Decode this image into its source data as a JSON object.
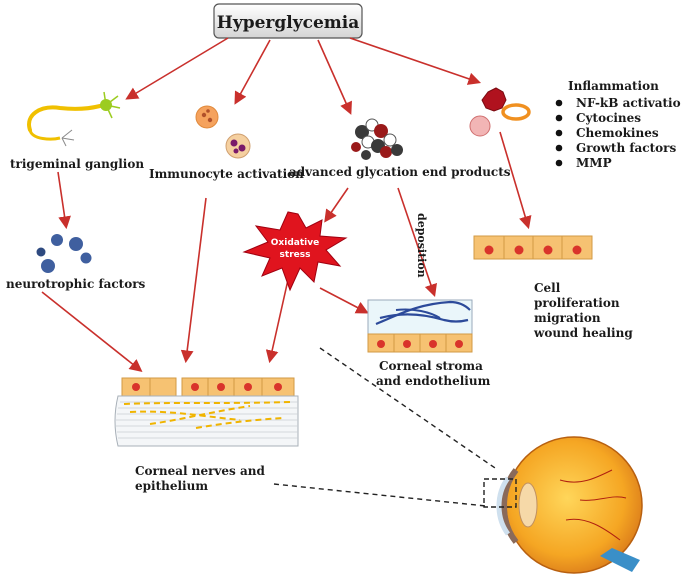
{
  "nodes": {
    "root": "Hyperglycemia",
    "trigeminal": "trigeminal ganglion",
    "immunocyte": "Immunocyte activation",
    "age": "advanced glycation end products",
    "neurotrophic": "neurotrophic factors",
    "oxidative_line1": "Oxidative",
    "oxidative_line2": "stress",
    "deposition": "deposition",
    "stroma_line1": "Corneal stroma",
    "stroma_line2": "and endothelium",
    "nerves_line1": "Corneal nerves and",
    "nerves_line2": "epithelium",
    "cell_line1": "Cell",
    "cell_line2": "proliferation",
    "cell_line3": "migration",
    "cell_line4": "wound healing"
  },
  "inflammation": {
    "title": "Inflammation",
    "items": [
      "NF-kB activation",
      "Cytocines",
      "Chemokines",
      "Growth factors",
      "MMP"
    ]
  },
  "colors": {
    "arrow": "#c9302c",
    "epithelium": "#f6c272",
    "nucleus": "#d9342b",
    "nerve": "#f0b400",
    "burst": "#e0141e",
    "fiber": "#2c4a9a"
  }
}
